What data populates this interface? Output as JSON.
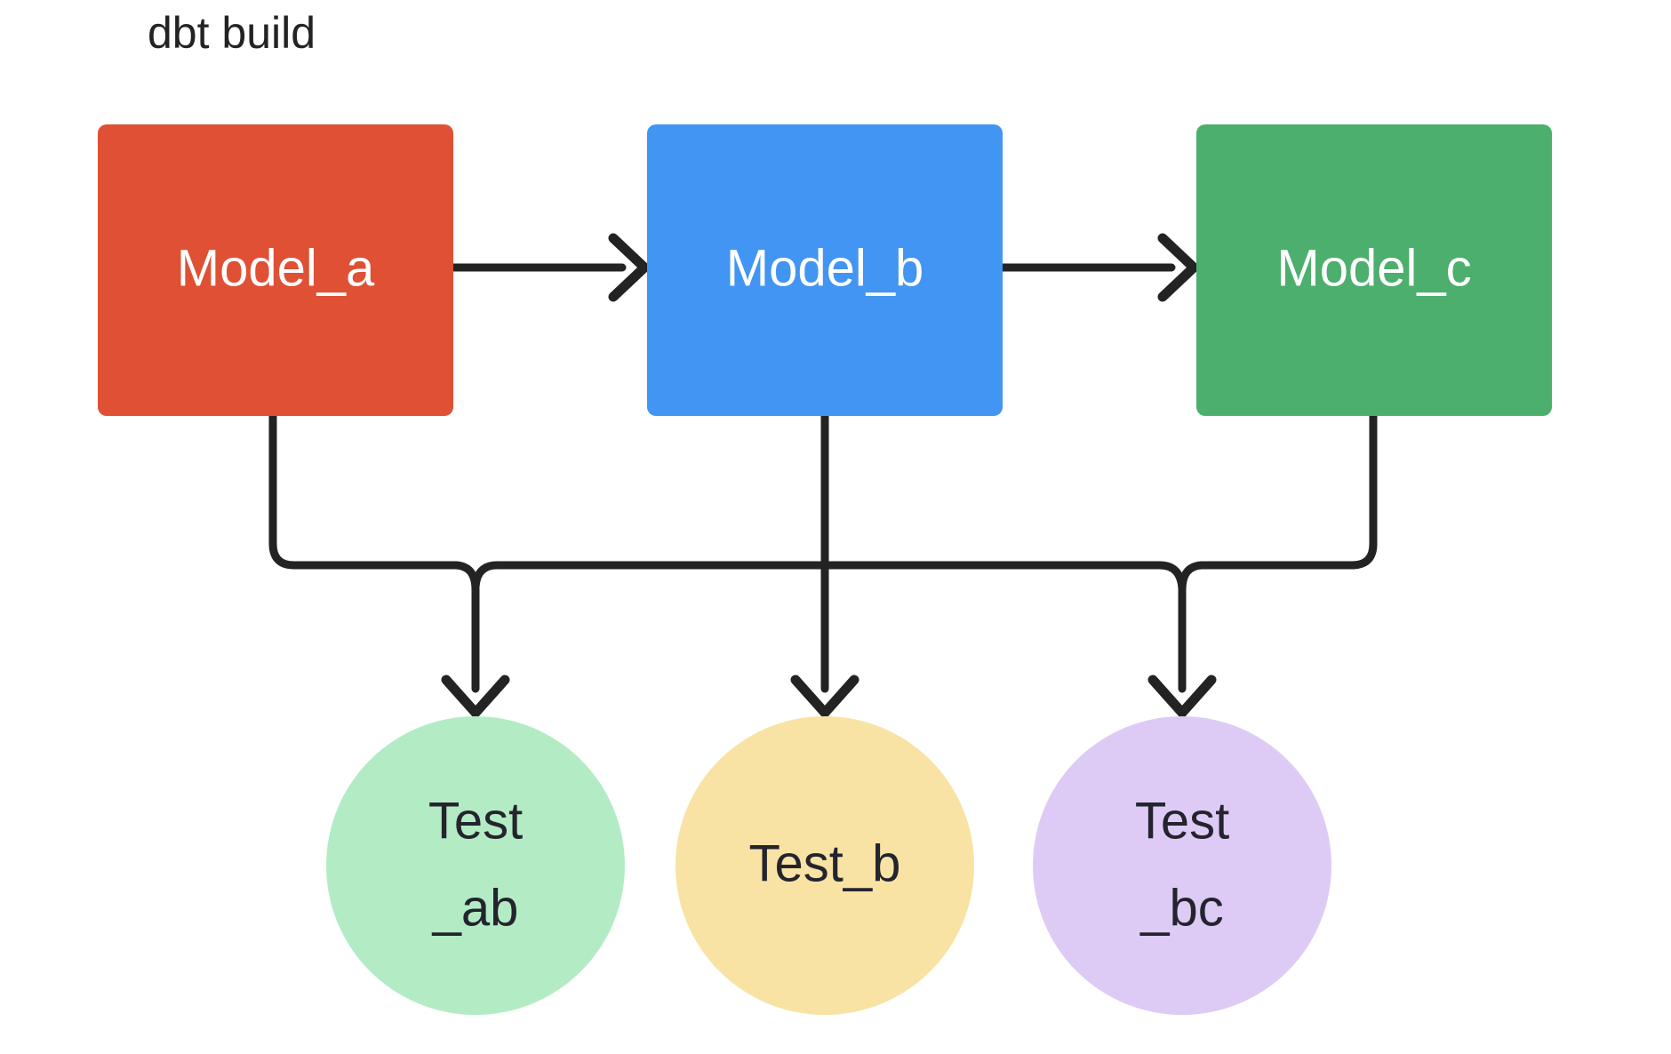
{
  "diagram": {
    "title": "dbt build",
    "background_color": "#ffffff",
    "edge_color": "#232323",
    "models": [
      {
        "id": "model_a",
        "label": "Model_a",
        "color": "#df5034",
        "text_color": "#ffffff",
        "shape": "rectangle"
      },
      {
        "id": "model_b",
        "label": "Model_b",
        "color": "#4295f2",
        "text_color": "#ffffff",
        "shape": "rectangle"
      },
      {
        "id": "model_c",
        "label": "Model_c",
        "color": "#4caf6d",
        "text_color": "#ffffff",
        "shape": "rectangle"
      }
    ],
    "tests": [
      {
        "id": "test_ab",
        "label_line1": "Test",
        "label_line2": "_ab",
        "color": "#b3ecc4",
        "text_color": "#24242e",
        "shape": "circle"
      },
      {
        "id": "test_b",
        "label_line1": "Test_b",
        "label_line2": "",
        "color": "#f8e3a4",
        "text_color": "#24242e",
        "shape": "circle"
      },
      {
        "id": "test_bc",
        "label_line1": "Test",
        "label_line2": "_bc",
        "color": "#ddcbf5",
        "text_color": "#24242e",
        "shape": "circle"
      }
    ],
    "edges": [
      {
        "from": "model_a",
        "to": "model_b",
        "style": "straight-arrow"
      },
      {
        "from": "model_b",
        "to": "model_c",
        "style": "straight-arrow"
      },
      {
        "from": "model_a",
        "to": "test_ab",
        "style": "orthogonal-arrow"
      },
      {
        "from": "model_b",
        "to": "test_b",
        "style": "orthogonal-arrow"
      },
      {
        "from": "model_b",
        "to": "test_ab",
        "style": "orthogonal-arrow"
      },
      {
        "from": "model_b",
        "to": "test_bc",
        "style": "orthogonal-arrow"
      },
      {
        "from": "model_c",
        "to": "test_bc",
        "style": "orthogonal-arrow"
      }
    ]
  }
}
